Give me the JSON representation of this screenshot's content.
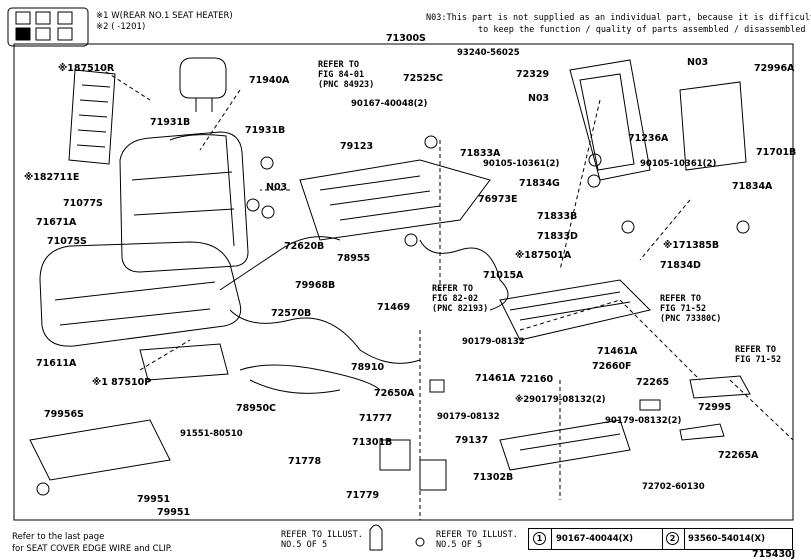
{
  "header": {
    "model_note_1": "※1 W(REAR NO.1 SEAT HEATER)",
    "model_note_2": "※2 (    -1201)",
    "n03_note_line1": "N03:This part is not supplied as an individual part, because it is difficult",
    "n03_note_line2": "to keep the function / quality of parts assembled / disassembled",
    "assembly_number": "71300S"
  },
  "references": {
    "fig_84_01": "REFER TO\nFIG 84-01\n(PNC 84923)",
    "fig_82_02": "REFER TO\nFIG 82-02\n(PNC 82193)",
    "fig_71_52_a": "REFER TO\nFIG 71-52\n(PNC 73380C)",
    "fig_71_52_b": "REFER TO\nFIG 71-52",
    "illust_left": "REFER TO ILLUST.\nNO.5 OF 5",
    "illust_right": "REFER TO ILLUST.\nNO.5 OF 5"
  },
  "footer": {
    "line1": "Refer to the last page",
    "line2": "for SEAT COVER EDGE WIRE and CLIP.",
    "diagram_id": "715430J"
  },
  "legend": {
    "item1_num": "1",
    "item1_part": "90167-40044(X)",
    "item2_num": "2",
    "item2_part": "93560-54014(X)"
  },
  "callout_numbers": {
    "one": "1",
    "two": "2"
  },
  "parts": {
    "p187510R": "※187510R",
    "p71940A": "71940A",
    "p71931B_a": "71931B",
    "p71931B_b": "71931B",
    "p182711E": "※182711E",
    "p71077S": "71077S",
    "pN03_left": "N03",
    "p71671A": "71671A",
    "p71075S": "71075S",
    "p71611A": "71611A",
    "p187510P": "※1 87510P",
    "p79956S": "79956S",
    "p91551": "91551-80510",
    "p78950C": "78950C",
    "p79951_a": "79951",
    "p79951_b": "79951",
    "p90167": "90167-40048(2)",
    "p79123": "79123",
    "p76973E": "76973E",
    "p72620B": "72620B",
    "p78955": "78955",
    "p79968B": "79968B",
    "p71469": "71469",
    "p72570B": "72570B",
    "p78910": "78910",
    "p93240": "93240-56025",
    "p72525C": "72525C",
    "p72329": "72329",
    "p71833A": "71833A",
    "pN03_mid": "N03",
    "pN03_top": "N03",
    "p90105_a": "90105-10361(2)",
    "p90105_b": "90105-10361(2)",
    "p71236A": "71236A",
    "p72996A": "72996A",
    "p71701B": "71701B",
    "p71834G": "71834G",
    "p71834A": "71834A",
    "p71833B": "71833B",
    "p71833D": "71833D",
    "p171385B": "※171385B",
    "p187501A": "※187501A",
    "p71834D": "71834D",
    "p71015A": "71015A",
    "p90179_a": "90179-08132",
    "p71461A_a": "71461A",
    "p72660F": "72660F",
    "p71461A_b": "71461A",
    "p72160": "72160",
    "p72650A": "72650A",
    "p290179": "※290179-08132(2)",
    "p90179_b": "90179-08132",
    "p90179_c": "90179-08132(2)",
    "p71777": "71777",
    "p79137": "79137",
    "p71301B": "71301B",
    "p71778": "71778",
    "p71302B": "71302B",
    "p71779": "71779",
    "p72702": "72702-60130",
    "p72265": "72265",
    "p72995": "72995",
    "p72265A": "72265A"
  }
}
